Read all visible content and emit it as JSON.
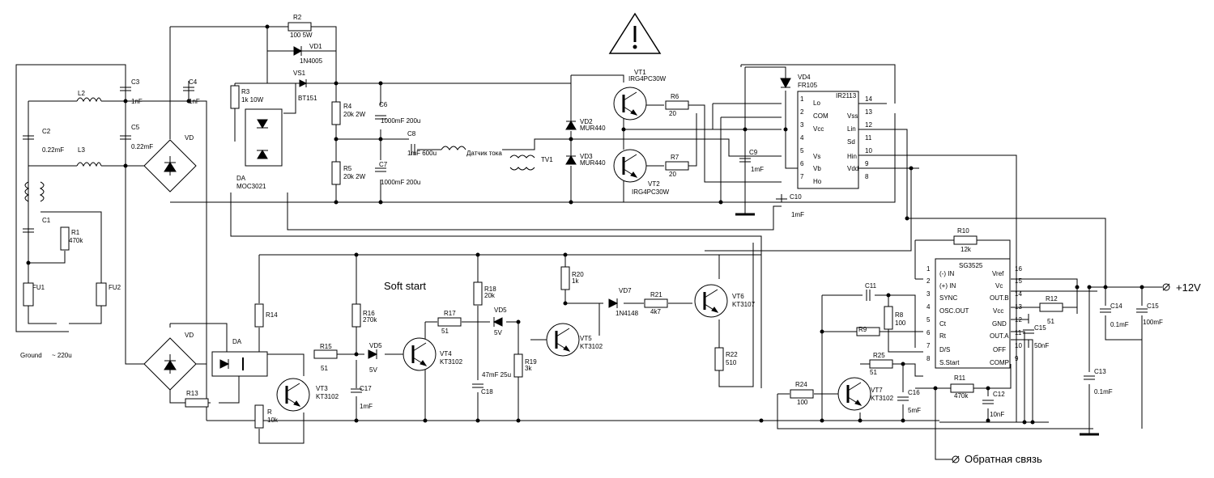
{
  "labels": {
    "R2": "R2",
    "R2v": "100 5W",
    "VD1": "VD1",
    "VD1v": "1N4005",
    "VS1": "VS1",
    "VS1v": "BT151",
    "R3": "R3",
    "R3v": "1k 10W",
    "C3": "C3",
    "C3v": "1nF",
    "C4": "C4",
    "C4v": "1nF",
    "L2": "L2",
    "L3": "L3",
    "C2": "C2",
    "C2v": "0.22mF",
    "C5": "C5",
    "C5v": "0.22mF",
    "VDa": "VD",
    "VDb": "VD",
    "C1": "C1",
    "R1": "R1",
    "R1v": "470k",
    "FU1": "FU1",
    "FU2": "FU2",
    "ground": "Ground",
    "ac": "~ 220u",
    "DA1": "DA",
    "DA1v": "MOC3021",
    "DA2": "DA",
    "R4": "R4",
    "R4v": "20k 2W",
    "R5": "R5",
    "R5v": "20k 2W",
    "C6": "C6",
    "C6v": "1000mF 200u",
    "C7": "C7",
    "C7v": "1000mF 200u",
    "C8": "C8",
    "C8v": "1mF 600u",
    "sensor": "Датчик тока",
    "TV1": "TV1",
    "VD2": "VD2",
    "VD2v": "MUR440",
    "VD3": "VD3",
    "VD3v": "MUR440",
    "VT1": "VT1",
    "VT1v": "IRG4PC30W",
    "VT2": "VT2",
    "VT2v": "IRG4PC30W",
    "R6": "R6",
    "R6v": "20",
    "R7": "R7",
    "R7v": "20",
    "C9": "C9",
    "C9v": "1mF",
    "C10": "C10",
    "C10v": "1mF",
    "VD4": "VD4",
    "VD4v": "FR105",
    "IR": "IR2113",
    "irLeft": [
      {
        "n": "1",
        "l": "Lo"
      },
      {
        "n": "2",
        "l": "COM"
      },
      {
        "n": "3",
        "l": "Vcc"
      },
      {
        "n": "4",
        "l": ""
      },
      {
        "n": "5",
        "l": "Vs"
      },
      {
        "n": "6",
        "l": "Vb"
      },
      {
        "n": "7",
        "l": "Ho"
      }
    ],
    "irRight": [
      {
        "n": "14",
        "l": ""
      },
      {
        "n": "13",
        "l": "Vss"
      },
      {
        "n": "12",
        "l": "Lin"
      },
      {
        "n": "11",
        "l": "Sd"
      },
      {
        "n": "10",
        "l": "Hin"
      },
      {
        "n": "9",
        "l": "Vdd"
      },
      {
        "n": "8",
        "l": ""
      }
    ],
    "softStart": "Soft start",
    "R14": "R14",
    "R13": "R13",
    "R15": "R15",
    "R15v": "51",
    "R16": "R16",
    "R16v": "270k",
    "VD5a": "VD5",
    "VD5av": "5V",
    "VT3": "VT3",
    "VT3v": "KT3102",
    "R": "R",
    "Rv": "10k",
    "C17": "C17",
    "C17v": "1mF",
    "VT4": "VT4",
    "VT4v": "KT3102",
    "R17": "R17",
    "R17v": "51",
    "R18": "R18",
    "R18v": "20k",
    "VD5b": "VD5",
    "VD5bv": "5V",
    "R19": "R19",
    "R19v": "3k",
    "C18": "C18",
    "C18v": "47mF 25u",
    "R20": "R20",
    "R20v": "1k",
    "VT5": "VT5",
    "VT5v": "KT3102",
    "VD7": "VD7",
    "VD7v": "1N4148",
    "R21": "R21",
    "R21v": "4k7",
    "VT6": "VT6",
    "VT6v": "KT3107",
    "R22": "R22",
    "R22v": "510",
    "C11": "C11",
    "R8": "R8",
    "R8v": "100",
    "R9": "R9",
    "R25": "R25",
    "R25v": "51",
    "R24": "R24",
    "R24v": "100",
    "VT7": "VT7",
    "VT7v": "KT3102",
    "C16": "C16",
    "C16v": "5mF",
    "R10": "R10",
    "R10v": "12k",
    "SG": "SG3525",
    "sgLeft": [
      {
        "n": "1",
        "l": "(-) IN"
      },
      {
        "n": "2",
        "l": "(+) IN"
      },
      {
        "n": "3",
        "l": "SYNC"
      },
      {
        "n": "4",
        "l": "OSC.OUT"
      },
      {
        "n": "5",
        "l": "Ct"
      },
      {
        "n": "6",
        "l": "Rt"
      },
      {
        "n": "7",
        "l": "D/S"
      },
      {
        "n": "8",
        "l": "S.Start"
      }
    ],
    "sgRight": [
      {
        "n": "16",
        "l": "Vref"
      },
      {
        "n": "15",
        "l": "Vc"
      },
      {
        "n": "14",
        "l": "OUT.B"
      },
      {
        "n": "13",
        "l": "Vcc"
      },
      {
        "n": "12",
        "l": "GND"
      },
      {
        "n": "11",
        "l": "OUT.A"
      },
      {
        "n": "10",
        "l": "OFF"
      },
      {
        "n": "9",
        "l": "COMP"
      }
    ],
    "R11": "R11",
    "R11v": "470k",
    "C12": "C12",
    "C12v": "10nF",
    "C15a": "C15",
    "C15av": "50nF",
    "R12": "R12",
    "R12v": "51",
    "C13": "C13",
    "C13v": "0.1mF",
    "C14": "C14",
    "C14v": "0.1mF",
    "C15b": "C15",
    "C15bv": "100mF",
    "plus12": "+12V",
    "feedback": "Обратная связь"
  }
}
